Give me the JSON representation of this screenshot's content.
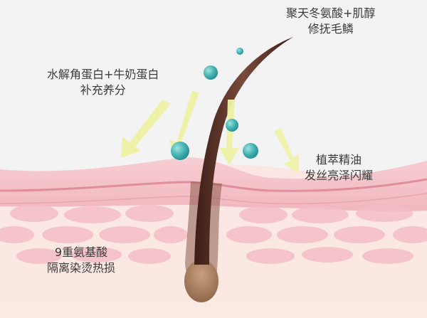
{
  "labels": {
    "hydrolyzed_protein": {
      "line1": "水解角蛋白+牛奶蛋白",
      "line2": "补充养分"
    },
    "amino_peptide": {
      "line1": "聚天冬氨酸+肌醇",
      "line2": "修抚毛鳞"
    },
    "plant_oil": {
      "line1": "植萃精油",
      "line2": "发丝亮泽闪耀"
    },
    "nine_amino": {
      "line1": "9重氨基酸",
      "line2": "隔离染烫热损"
    }
  },
  "colors": {
    "background": "#f3f3f3",
    "skin_band": "#f3bcc3",
    "skin_line": "#e08d9c",
    "skin_cells": "#f2bcc3",
    "dermis": "#fbe2de",
    "hair": "#5a3128",
    "bulb": "#a0765a",
    "arrow": "#eef2a6",
    "bubble": "#3fb0b0"
  },
  "icons": [
    "nutrient-bubble-icon",
    "absorption-arrow-icon",
    "hair-strand-icon"
  ]
}
